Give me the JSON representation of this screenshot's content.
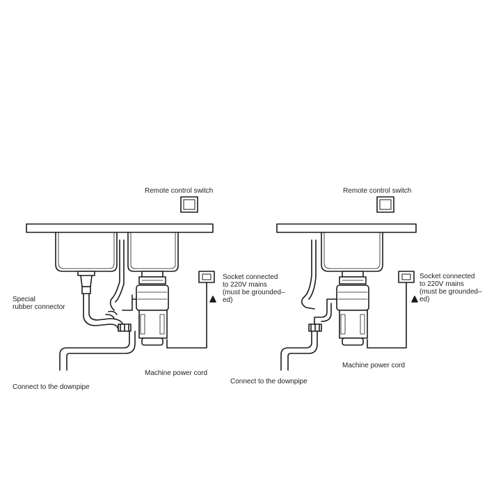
{
  "colors": {
    "ink": "#1a1a1a",
    "background": "#ffffff"
  },
  "left": {
    "switch_label": "Remote control switch",
    "connector_label": [
      "Special",
      "rubber connector"
    ],
    "socket_label": [
      "Socket connected",
      "to 220V mains",
      "(must be grounded–",
      "ed)"
    ],
    "power_cord_label": "Machine power cord",
    "downpipe_label": "Connect to the downpipe"
  },
  "right": {
    "switch_label": "Remote control switch",
    "socket_label": [
      "Socket connected",
      "to 220V mains",
      "(must be grounded–",
      "ed)"
    ],
    "power_cord_label": "Machine power cord",
    "downpipe_label": "Connect to the downpipe"
  }
}
